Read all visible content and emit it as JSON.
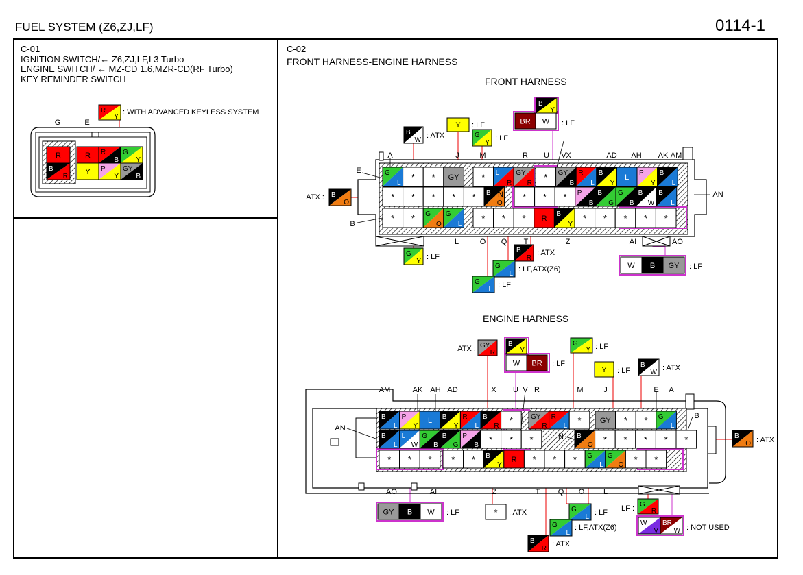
{
  "header": {
    "title": "FUEL SYSTEM (Z6,ZJ,LF)",
    "page_no": "0114-1"
  },
  "colors": {
    "R": "#ff0000",
    "Y": "#ffff00",
    "G": "#33cc33",
    "B": "#000000",
    "L": "#1a7ad6",
    "W": "#ffffff",
    "GY": "#999999",
    "P": "#f5a3e8",
    "O": "#f07c12",
    "BR": "#8b0000",
    "V": "#7a2be2",
    "highlight": "#cc33cc"
  },
  "c01": {
    "id": "C-01",
    "line1": "IGNITION SWITCH/← Z6,ZJ,LF,L3 Turbo",
    "line2": "ENGINE SWITCH/ ← MZ-CD 1.6,MZR-CD(RF Turbo)",
    "line3": "KEY REMINDER SWITCH",
    "note": ": WITH ADVANCED KEYLESS SYSTEM",
    "pin_labels": [
      "G",
      "E"
    ]
  },
  "c02": {
    "id": "C-02",
    "title": "FRONT HARNESS-ENGINE HARNESS",
    "front_title": "FRONT HARNESS",
    "engine_title": "ENGINE HARNESS",
    "front_top_labels": [
      "A",
      "J",
      "M",
      "R",
      "U",
      "V",
      "X",
      "AD",
      "AH",
      "AK",
      "AM"
    ],
    "front_side_labels": [
      "E",
      "N",
      "B",
      "AN"
    ],
    "front_bottom_labels": [
      "L",
      "O",
      "Q",
      "T",
      "Z",
      "AI",
      "AO"
    ],
    "front_callouts": {
      "lf": ": LF",
      "atx": ": ATX",
      "atx_pre": "ATX :",
      "lf_atx": ": LF,ATX(Z6)"
    },
    "engine_top_labels": [
      "AM",
      "AK",
      "AH",
      "AD",
      "X",
      "U",
      "V",
      "R",
      "M",
      "J",
      "E",
      "A"
    ],
    "engine_side_labels": [
      "AN",
      "N",
      "B"
    ],
    "engine_bottom_labels": [
      "AO",
      "AI",
      "Z",
      "T",
      "Q",
      "O",
      "L"
    ],
    "engine_callouts": {
      "atx_pre": "ATX :",
      "lf": ": LF",
      "atx": ": ATX",
      "lf_atx": ": LF,ATX(Z6)",
      "lf_pre": "LF :",
      "not_used": ": NOT USED"
    }
  }
}
